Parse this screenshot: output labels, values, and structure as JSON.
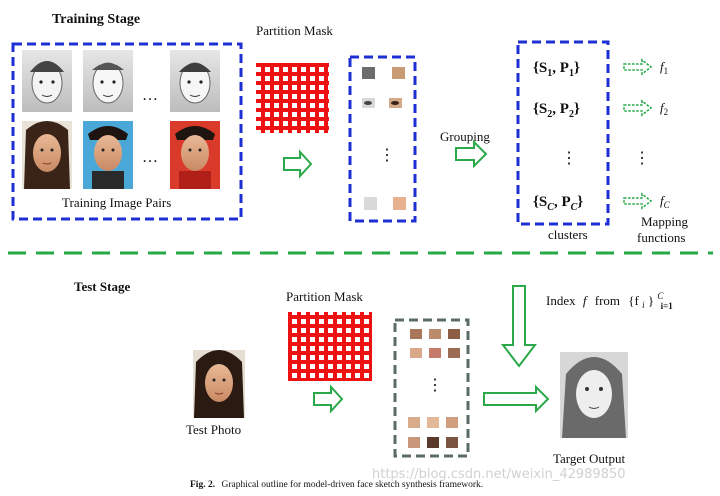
{
  "training": {
    "title": "Training Stage",
    "partition_label": "Partition Mask",
    "pairs_label": "Training Image Pairs",
    "ellipsis": "…",
    "vdots": "⋮",
    "grouping_label": "Grouping",
    "clusters": [
      {
        "s": "S",
        "p": "P",
        "sub": "1"
      },
      {
        "s": "S",
        "p": "P",
        "sub": "2"
      },
      {
        "s": "S",
        "p": "P",
        "sub": "C"
      }
    ],
    "clusters_label": "clusters",
    "mapping_functions": [
      {
        "name": "f",
        "sub": "1"
      },
      {
        "name": "f",
        "sub": "2"
      },
      {
        "name": "f",
        "sub": "C"
      }
    ],
    "mapping_label_line1": "Mapping",
    "mapping_label_line2": "functions"
  },
  "test": {
    "title": "Test Stage",
    "partition_label": "Partition Mask",
    "photo_label": "Test Photo",
    "index_prefix": "Index",
    "index_f": "f",
    "index_from": "from",
    "index_set": "{f",
    "index_set_sub": "i",
    "index_set_close": "}",
    "index_sup": "C",
    "index_sub": "i=1",
    "output_label": "Target Output"
  },
  "caption": {
    "fig": "Fig. 2.",
    "text": "Graphical outline for model-driven face sketch synthesis framework."
  },
  "watermark": "https://blog.csdn.net/weixin_42989850",
  "colors": {
    "blue_dash": "#1f2fd6",
    "green_dash": "#27a847",
    "red_mask": "#ee1111",
    "arrow_green": "#2aa84a",
    "grey_dash": "#5b6b66"
  }
}
